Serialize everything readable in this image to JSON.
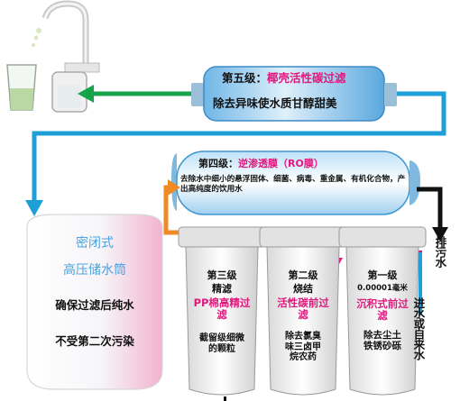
{
  "stage5": {
    "level": "第五级：",
    "name": "椰壳活性碳过滤",
    "desc": "除去异味使水质甘醇甜美"
  },
  "stage4": {
    "level": "第四级：",
    "name": "逆渗透膜（RO膜）",
    "desc": "去除水中细小的悬浮固体、细菌、病毒、重金属、有机化合物，产出高纯度的饮用水"
  },
  "tank": {
    "line1": "密闭式",
    "line2": "高压储水筒",
    "line3": "确保过滤后纯水",
    "line4": "不受第二次污染"
  },
  "stage3": {
    "level": "第三级",
    "type": "精滤",
    "name": "PP棉高精过滤",
    "desc": "截留级细微的颗粒"
  },
  "stage2": {
    "level": "第二级",
    "type": "烧结",
    "name": "活性碳前过滤",
    "desc": "除去氯臭味三卤甲烷农药"
  },
  "stage1": {
    "level": "第一级",
    "spec": "0.00001毫米",
    "name": "沉积式前过滤",
    "desc": "除去尘土铁锈砂砾"
  },
  "labels": {
    "drain": "排污水",
    "inlet": "进水或自来水"
  },
  "colors": {
    "stage5_name": "#e0197d",
    "stage4_name": "#e0197d",
    "name_magenta": "#e0197d",
    "tank_blue": "#4aa3df",
    "arrow_cyan": "#1e9fd8",
    "arrow_green": "#16a34a",
    "arrow_orange": "#f08a24",
    "arrow_black": "#111111"
  }
}
